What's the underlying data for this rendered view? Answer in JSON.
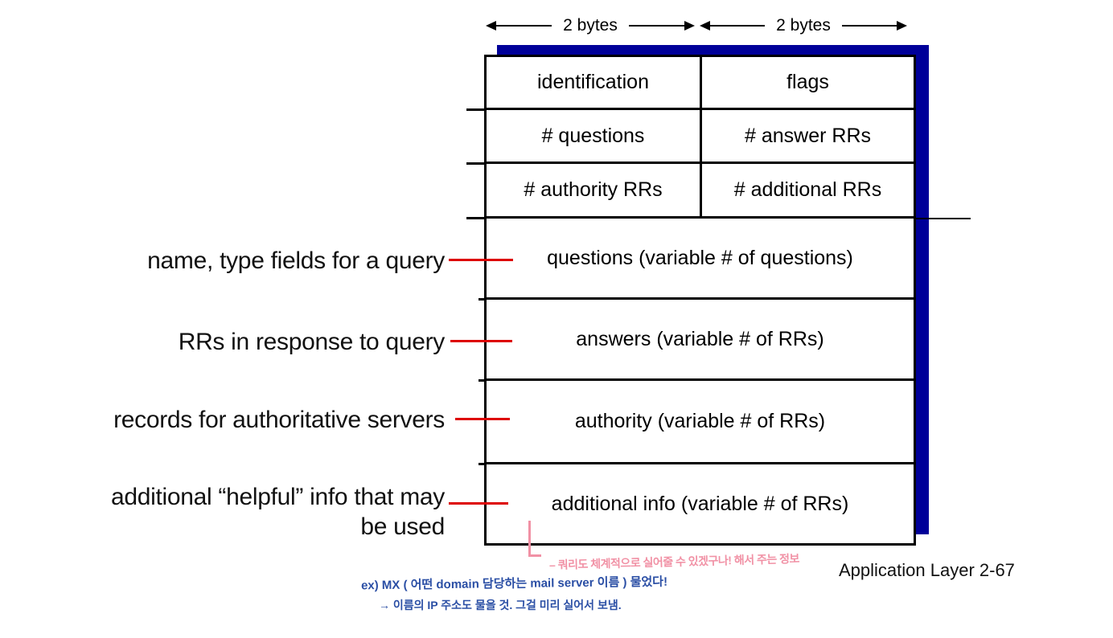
{
  "colors": {
    "shadow_blue": "#000099",
    "callout_red": "#dd0000",
    "pink": "#f191a5",
    "ink_blue": "#2b4fa5"
  },
  "byte_labels": {
    "left": "2 bytes",
    "right": "2 bytes"
  },
  "table": {
    "rows_2col": [
      {
        "left": "identification",
        "right": "flags"
      },
      {
        "left": "# questions",
        "right": "# answer RRs"
      },
      {
        "left": "# authority RRs",
        "right": "# additional RRs"
      }
    ],
    "rows_full": [
      "questions (variable # of questions)",
      "answers (variable # of RRs)",
      "authority (variable # of RRs)",
      "additional info (variable # of RRs)"
    ]
  },
  "callouts": {
    "query_fields": "name, type fields  for a query",
    "response_rrs": "RRs in response to query",
    "authoritative": "records for authoritative servers",
    "additional_line1": "additional “helpful” info that may",
    "additional_line2": "be used"
  },
  "annotations": {
    "pink_note": "– 쿼리도 체계적으로 실어줄 수 있겠구나! 해서 주는 정보",
    "blue_note_1": "ex) MX ( 어떤 domain 담당하는 mail server 이름 ) 물었다!",
    "blue_note_2": "→ 이름의 IP 주소도 물을 것. 그걸 미리 실어서 보냄."
  },
  "footer": {
    "page_label": "Application Layer 2-67"
  }
}
